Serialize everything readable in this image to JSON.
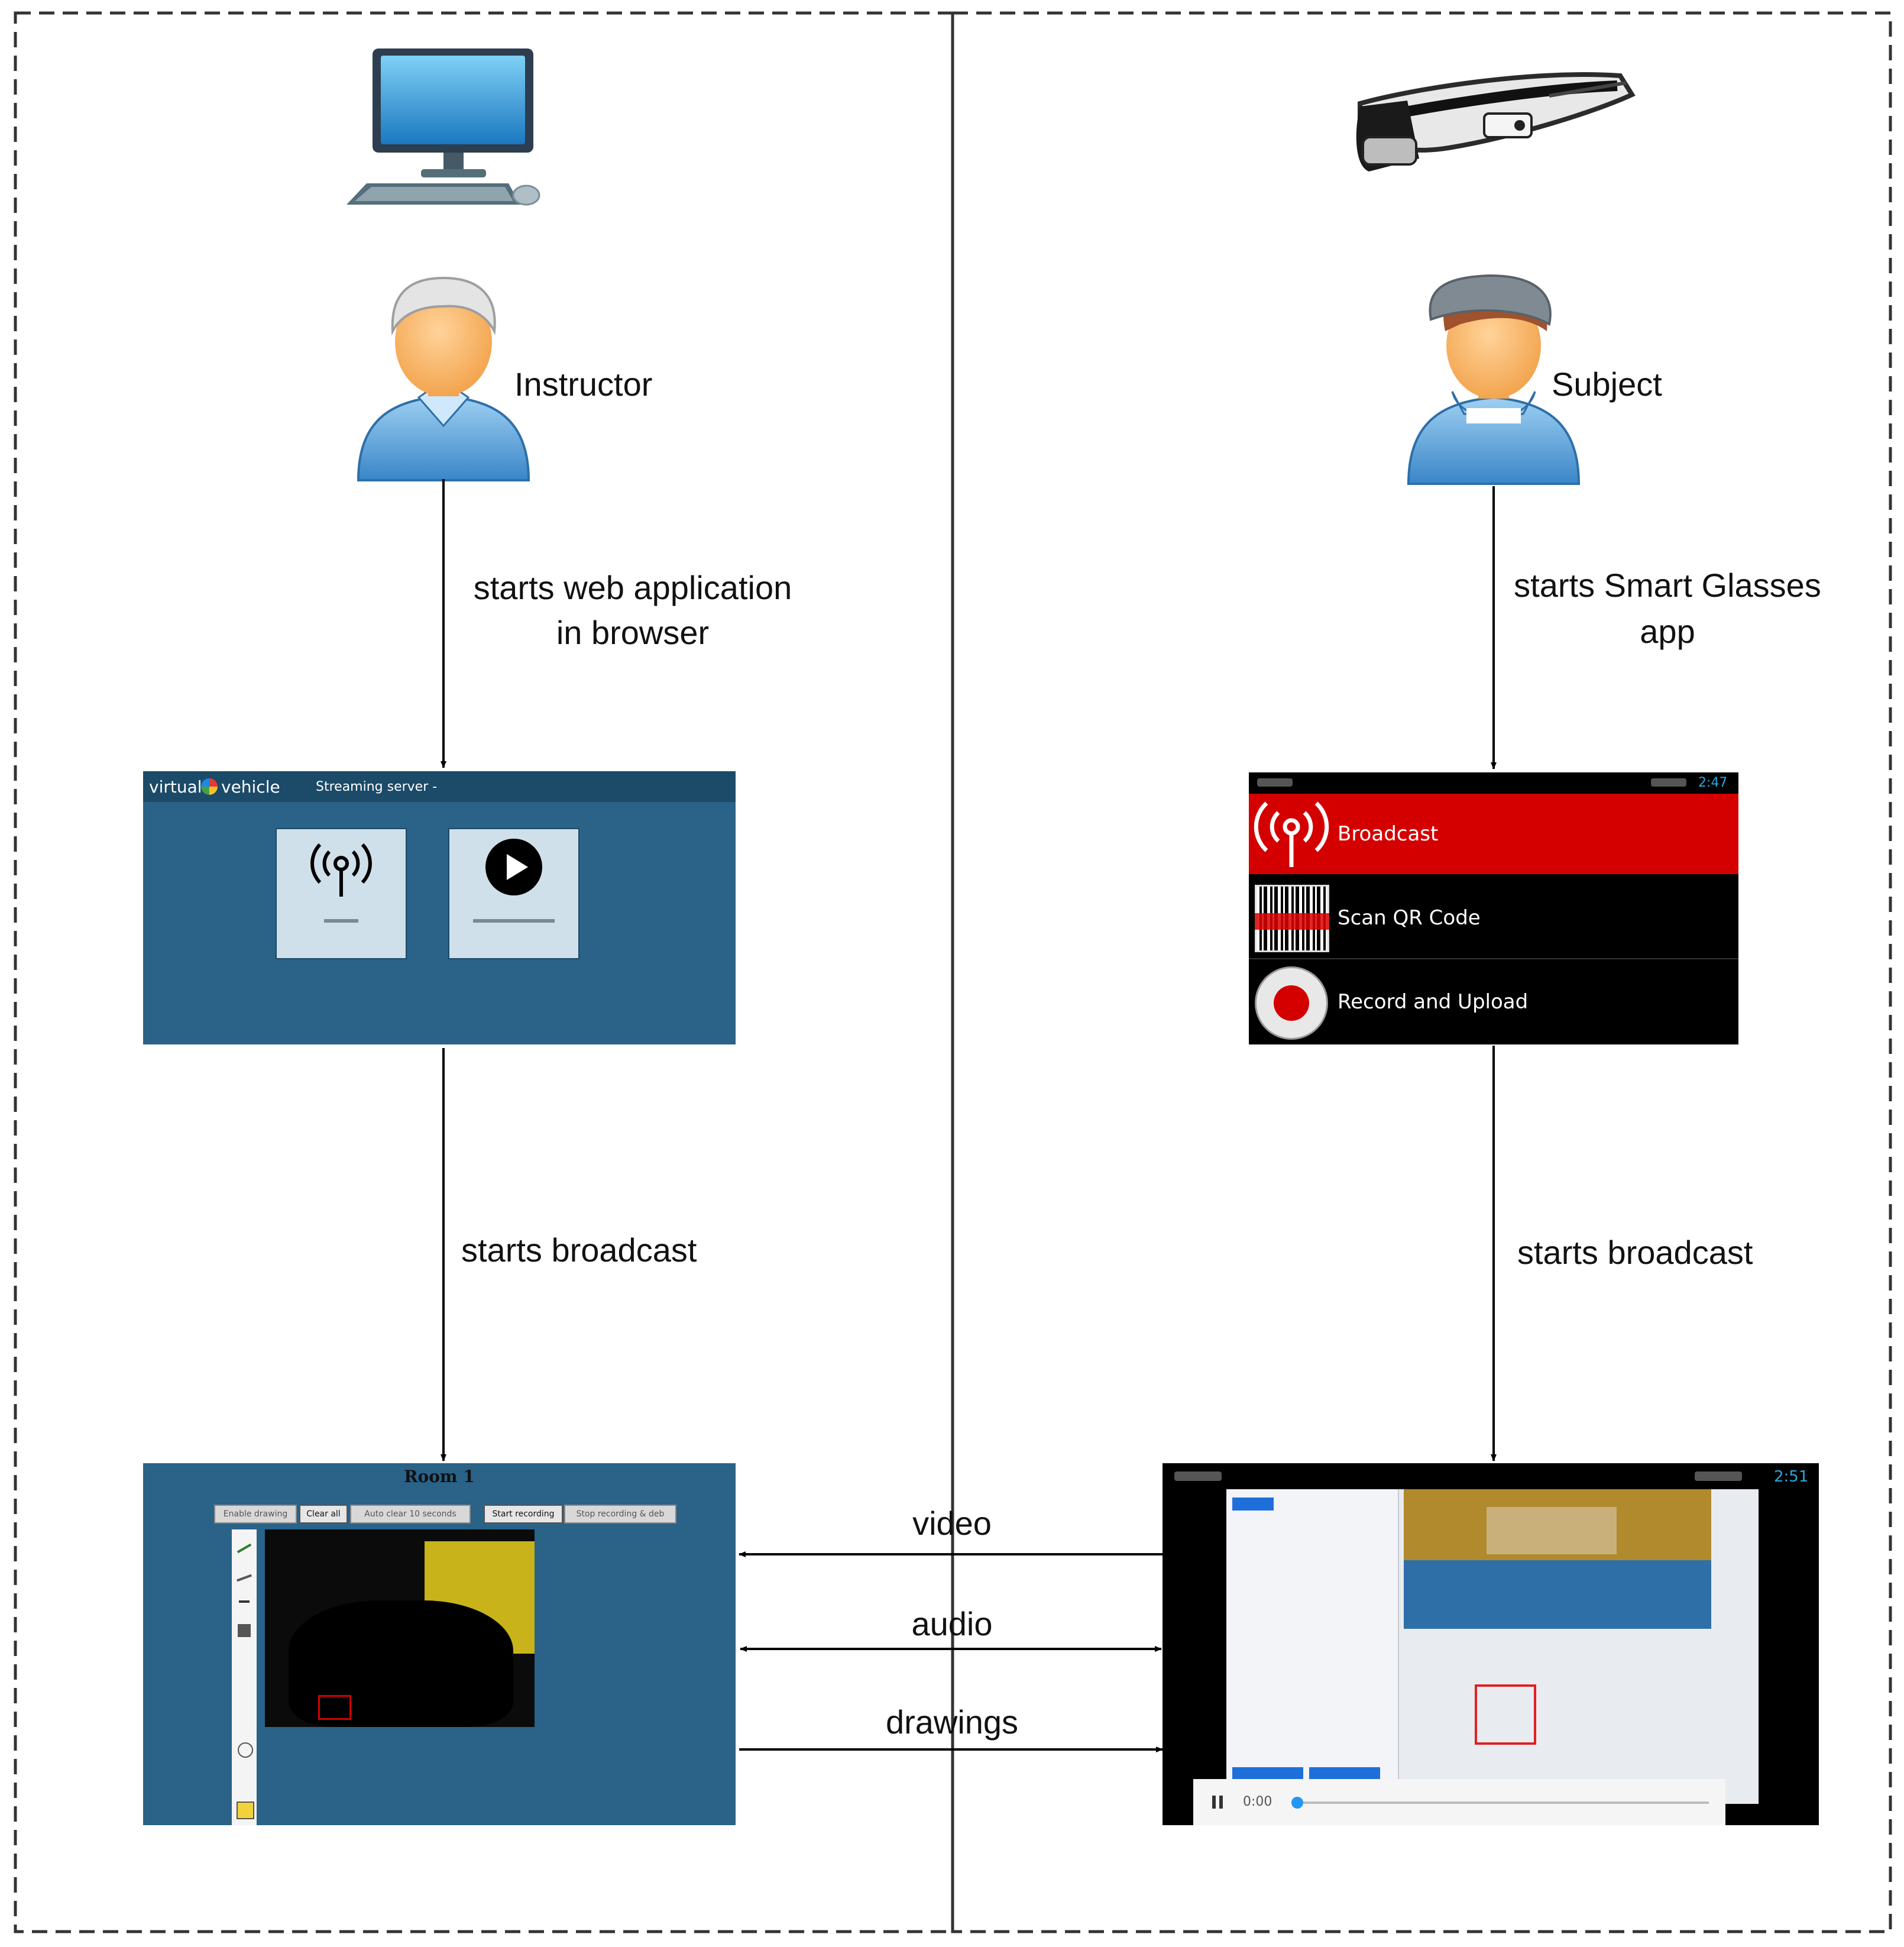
{
  "left_panel": {
    "actor_label": "Instructor",
    "step1": [
      "starts web application",
      "in browser"
    ],
    "step2": "starts broadcast",
    "web_app": {
      "logo_left": "virtual",
      "logo_right": "vehicle",
      "header_title": "Streaming server -"
    },
    "room": {
      "title": "Room 1",
      "buttons": [
        "Enable drawing",
        "Clear all",
        "Auto clear 10 seconds",
        "Start recording",
        "Stop recording & deb"
      ]
    }
  },
  "right_panel": {
    "actor_label": "Subject",
    "step1": [
      "starts Smart Glasses",
      "app"
    ],
    "step2": "starts broadcast",
    "glasses_app": {
      "time": "2:47",
      "menu": [
        "Broadcast",
        "Scan QR Code",
        "Record and Upload"
      ]
    },
    "stream": {
      "time": "2:51",
      "playback_time": "0:00"
    }
  },
  "channels": [
    "video",
    "audio",
    "drawings"
  ],
  "colors": {
    "web_blue": "#2a6288",
    "broadcast_red": "#d40000",
    "arrow": "#000000"
  }
}
